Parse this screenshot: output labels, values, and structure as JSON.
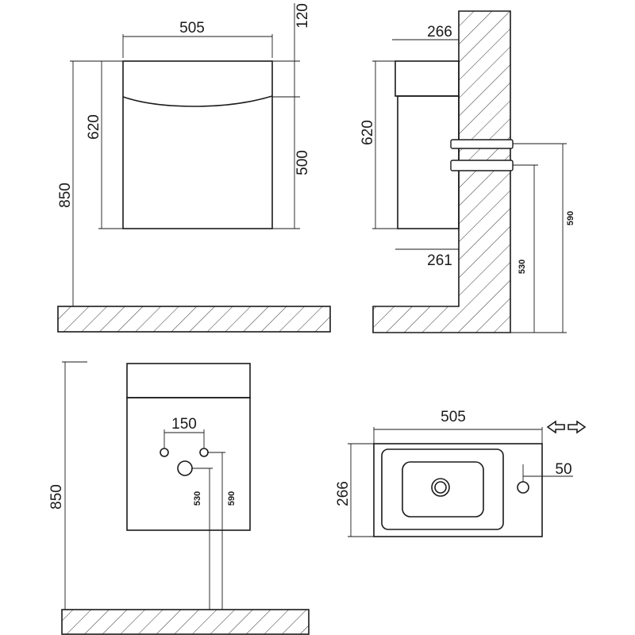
{
  "views": {
    "front": {
      "width": "505",
      "top_offset": "120",
      "cabinet_height": "620",
      "door_height": "500",
      "total_height": "850"
    },
    "side": {
      "basin_depth": "266",
      "cabinet_height": "620",
      "cabinet_depth": "261",
      "pipe_upper": "590",
      "pipe_lower": "530"
    },
    "rear": {
      "total_height": "850",
      "hole_spacing": "150",
      "pipe_lower": "530",
      "pipe_upper": "590"
    },
    "top": {
      "width": "505",
      "depth": "266",
      "tap_offset": "50"
    }
  },
  "icons": {
    "reversible": "double-arrow-icon"
  }
}
